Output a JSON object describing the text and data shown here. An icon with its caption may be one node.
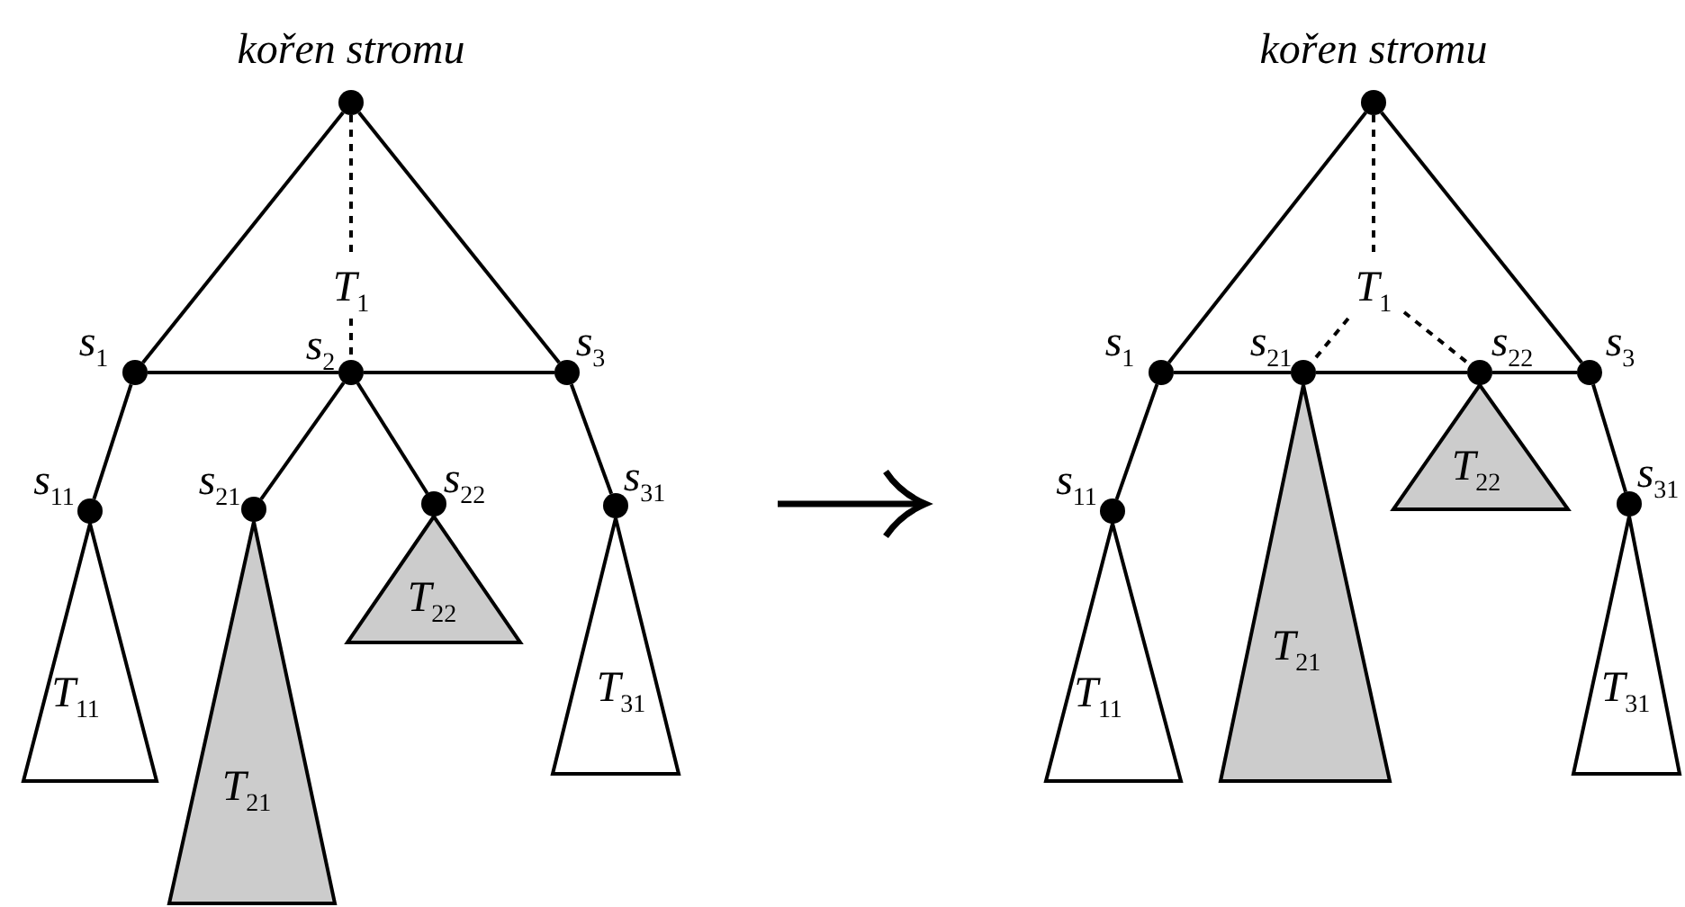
{
  "diagram": {
    "nodes": [
      {
        "text": [],
        "shape": "circle",
        "beside": [
          "kořen stromu"
        ]
      },
      {
        "text": [
          "T$_{1}$"
        ]
      },
      {
        "text": [],
        "shape": "circle",
        "beside": [
          "s$_{1}$"
        ]
      },
      {
        "text": [],
        "shape": "circle",
        "beside": [
          "s$_{2}$"
        ]
      },
      {
        "text": [],
        "shape": "circle",
        "beside": [
          "s$_{3}$"
        ]
      },
      {
        "text": [],
        "shape": "circle",
        "beside": [
          "s$_{11}$"
        ]
      },
      {
        "text": [],
        "shape": "circle",
        "beside": [
          "s$_{21}$"
        ]
      },
      {
        "text": [],
        "shape": "circle",
        "beside": [
          "s$_{22}$"
        ]
      },
      {
        "text": [],
        "shape": "circle",
        "beside": [
          "s$_{31}$"
        ]
      },
      {
        "text": [
          "T$_{11}$"
        ]
      },
      {
        "text": [
          "T$_{21}$"
        ]
      },
      {
        "text": [
          "T$_{22}$"
        ]
      },
      {
        "text": [
          "T$_{31}$"
        ]
      },
      {
        "text": [],
        "shape": "circle",
        "beside": [
          "kořen stromu"
        ]
      },
      {
        "text": [
          "T$_{1}$"
        ]
      },
      {
        "text": [],
        "shape": "circle",
        "beside": [
          "s$_{1}$"
        ]
      },
      {
        "text": [],
        "shape": "circle",
        "beside": [
          "s$_{21}$"
        ]
      },
      {
        "text": [],
        "shape": "circle",
        "beside": [
          "s$_{22}$"
        ]
      },
      {
        "text": [],
        "shape": "circle",
        "beside": [
          "s$_{3}$"
        ]
      },
      {
        "text": [],
        "shape": "circle",
        "beside": [
          "s$_{11}$"
        ]
      },
      {
        "text": [],
        "shape": "circle",
        "beside": [
          "s$_{31}$"
        ]
      },
      {
        "text": [
          "T$_{11}$"
        ]
      },
      {
        "text": [
          "T$_{21}$"
        ]
      },
      {
        "text": [
          "T$_{22}$"
        ]
      },
      {
        "text": [
          "T$_{31}$"
        ]
      }
    ],
    "edges": [
      {
        "from": 0,
        "to": 2,
        "arrow": "none"
      },
      {
        "from": 0,
        "to": 4,
        "arrow": "none"
      },
      {
        "from": 2,
        "to": 3,
        "arrow": "none"
      },
      {
        "from": 3,
        "to": 4,
        "arrow": "none"
      },
      {
        "from": 2,
        "to": 5,
        "arrow": "none"
      },
      {
        "from": 3,
        "to": 6,
        "arrow": "none"
      },
      {
        "from": 3,
        "to": 7,
        "arrow": "none"
      },
      {
        "from": 4,
        "to": 8,
        "arrow": "none"
      },
      {
        "from": 0,
        "to": 1,
        "arrow": "none",
        "style": "dashed"
      },
      {
        "from": 1,
        "to": 3,
        "arrow": "none",
        "style": "dashed"
      },
      {
        "from": 13,
        "to": 15,
        "arrow": "none"
      },
      {
        "from": 13,
        "to": 18,
        "arrow": "none"
      },
      {
        "from": 15,
        "to": 16,
        "arrow": "none"
      },
      {
        "from": 16,
        "to": 17,
        "arrow": "none"
      },
      {
        "from": 17,
        "to": 18,
        "arrow": "none"
      },
      {
        "from": 15,
        "to": 19,
        "arrow": "none"
      },
      {
        "from": 18,
        "to": 20,
        "arrow": "none"
      },
      {
        "from": 13,
        "to": 14,
        "arrow": "none",
        "style": "dashed"
      },
      {
        "from": 14,
        "to": 16,
        "arrow": "none",
        "style": "dashed"
      },
      {
        "from": 14,
        "to": 17,
        "arrow": "none",
        "style": "dashed"
      }
    ]
  }
}
